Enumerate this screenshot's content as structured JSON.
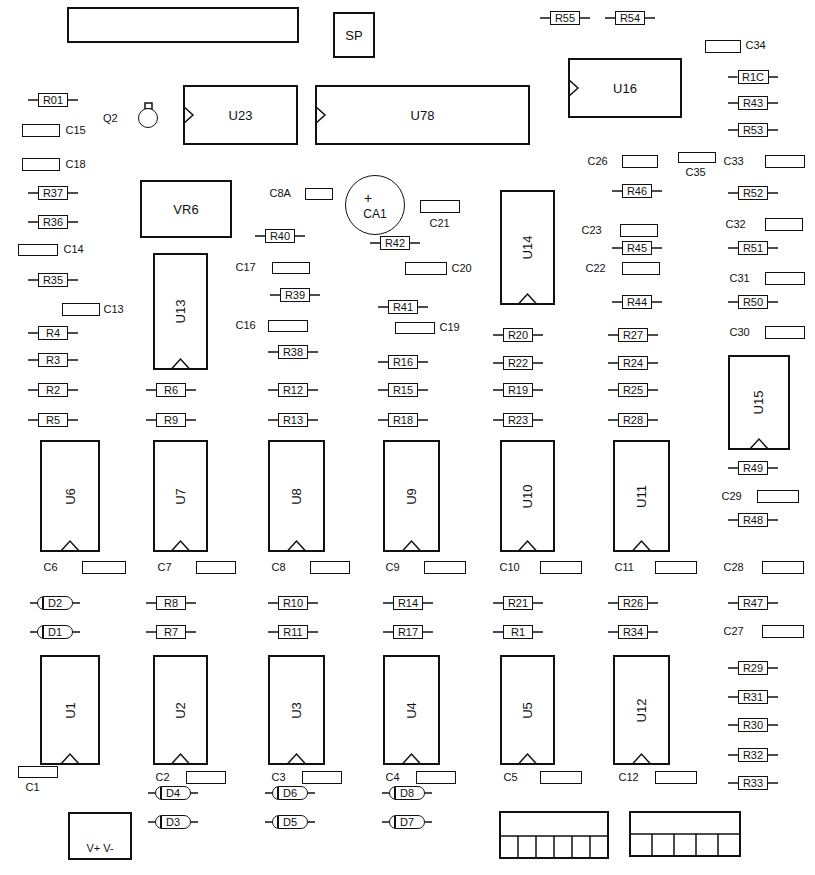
{
  "diagram": {
    "nodes": [
      {
        "text": [
          "SP"
        ]
      },
      {
        "text": [
          "R55"
        ]
      },
      {
        "text": [
          "R54"
        ]
      },
      {
        "text": [
          "C34"
        ]
      },
      {
        "text": [
          "U16"
        ]
      },
      {
        "text": [
          "R1C"
        ]
      },
      {
        "text": [
          "R01"
        ]
      },
      {
        "text": [
          "Q2"
        ]
      },
      {
        "text": [
          "U23"
        ]
      },
      {
        "text": [
          "U78"
        ]
      },
      {
        "text": [
          "R43"
        ]
      },
      {
        "text": [
          "C15"
        ]
      },
      {
        "text": [
          "R53"
        ]
      },
      {
        "text": [
          "C26"
        ]
      },
      {
        "text": [
          "C35"
        ]
      },
      {
        "text": [
          "C33"
        ]
      },
      {
        "text": [
          "C18"
        ]
      },
      {
        "text": [
          "R37"
        ]
      },
      {
        "text": [
          "VR6"
        ]
      },
      {
        "text": [
          "C8A"
        ]
      },
      {
        "text": [
          "+",
          "CA1"
        ]
      },
      {
        "text": [
          "R46"
        ]
      },
      {
        "text": [
          "R52"
        ]
      },
      {
        "text": [
          "C21"
        ]
      },
      {
        "text": [
          "U14"
        ]
      },
      {
        "text": [
          "R36"
        ]
      },
      {
        "text": [
          "R40"
        ]
      },
      {
        "text": [
          "C23"
        ]
      },
      {
        "text": [
          "C32"
        ]
      },
      {
        "text": [
          "R42"
        ]
      },
      {
        "text": [
          "C14"
        ]
      },
      {
        "text": [
          "R45"
        ]
      },
      {
        "text": [
          "R51"
        ]
      },
      {
        "text": [
          "U13"
        ]
      },
      {
        "text": [
          "C17"
        ]
      },
      {
        "text": [
          "C20"
        ]
      },
      {
        "text": [
          "C22"
        ]
      },
      {
        "text": [
          "R35"
        ]
      },
      {
        "text": [
          "C31"
        ]
      },
      {
        "text": [
          "R39"
        ]
      },
      {
        "text": [
          "R44"
        ]
      },
      {
        "text": [
          "R50"
        ]
      },
      {
        "text": [
          "C13"
        ]
      },
      {
        "text": [
          "R41"
        ]
      },
      {
        "text": [
          "C16"
        ]
      },
      {
        "text": [
          "C19"
        ]
      },
      {
        "text": [
          "R4"
        ]
      },
      {
        "text": [
          "C30"
        ]
      },
      {
        "text": [
          "R20"
        ]
      },
      {
        "text": [
          "R27"
        ]
      },
      {
        "text": [
          "R38"
        ]
      },
      {
        "text": [
          "R3"
        ]
      },
      {
        "text": [
          "R16"
        ]
      },
      {
        "text": [
          "R22"
        ]
      },
      {
        "text": [
          "R24"
        ]
      },
      {
        "text": [
          "U15"
        ]
      },
      {
        "text": [
          "R2"
        ]
      },
      {
        "text": [
          "R6"
        ]
      },
      {
        "text": [
          "R12"
        ]
      },
      {
        "text": [
          "R15"
        ]
      },
      {
        "text": [
          "R19"
        ]
      },
      {
        "text": [
          "R25"
        ]
      },
      {
        "text": [
          "R5"
        ]
      },
      {
        "text": [
          "R9"
        ]
      },
      {
        "text": [
          "R13"
        ]
      },
      {
        "text": [
          "R18"
        ]
      },
      {
        "text": [
          "R23"
        ]
      },
      {
        "text": [
          "R28"
        ]
      },
      {
        "text": [
          "U6"
        ]
      },
      {
        "text": [
          "U7"
        ]
      },
      {
        "text": [
          "U8"
        ]
      },
      {
        "text": [
          "U9"
        ]
      },
      {
        "text": [
          "U10"
        ]
      },
      {
        "text": [
          "U11"
        ]
      },
      {
        "text": [
          "R49"
        ]
      },
      {
        "text": [
          "C29"
        ]
      },
      {
        "text": [
          "R48"
        ]
      },
      {
        "text": [
          "C6"
        ]
      },
      {
        "text": [
          "C7"
        ]
      },
      {
        "text": [
          "C8"
        ]
      },
      {
        "text": [
          "C9"
        ]
      },
      {
        "text": [
          "C10"
        ]
      },
      {
        "text": [
          "C11"
        ]
      },
      {
        "text": [
          "C28"
        ]
      },
      {
        "text": [
          "D2"
        ]
      },
      {
        "text": [
          "R8"
        ]
      },
      {
        "text": [
          "R10"
        ]
      },
      {
        "text": [
          "R14"
        ]
      },
      {
        "text": [
          "R21"
        ]
      },
      {
        "text": [
          "R26"
        ]
      },
      {
        "text": [
          "R47"
        ]
      },
      {
        "text": [
          "D1"
        ]
      },
      {
        "text": [
          "R7"
        ]
      },
      {
        "text": [
          "R11"
        ]
      },
      {
        "text": [
          "R17"
        ]
      },
      {
        "text": [
          "R1"
        ]
      },
      {
        "text": [
          "R34"
        ]
      },
      {
        "text": [
          "C27"
        ]
      },
      {
        "text": [
          "U1"
        ]
      },
      {
        "text": [
          "U2"
        ]
      },
      {
        "text": [
          "U3"
        ]
      },
      {
        "text": [
          "U4"
        ]
      },
      {
        "text": [
          "U5"
        ]
      },
      {
        "text": [
          "U12"
        ]
      },
      {
        "text": [
          "R29"
        ]
      },
      {
        "text": [
          "R31"
        ]
      },
      {
        "text": [
          "R30"
        ]
      },
      {
        "text": [
          "R32"
        ]
      },
      {
        "text": [
          "C1"
        ]
      },
      {
        "text": [
          "C2"
        ]
      },
      {
        "text": [
          "C3"
        ]
      },
      {
        "text": [
          "C4"
        ]
      },
      {
        "text": [
          "C5"
        ]
      },
      {
        "text": [
          "C12"
        ]
      },
      {
        "text": [
          "R33"
        ]
      },
      {
        "text": [
          "D4"
        ]
      },
      {
        "text": [
          "D6"
        ]
      },
      {
        "text": [
          "D8"
        ]
      },
      {
        "text": [
          "D3"
        ]
      },
      {
        "text": [
          "D5"
        ]
      },
      {
        "text": [
          "D7"
        ]
      },
      {
        "text": [
          "V+ V-"
        ]
      }
    ]
  }
}
